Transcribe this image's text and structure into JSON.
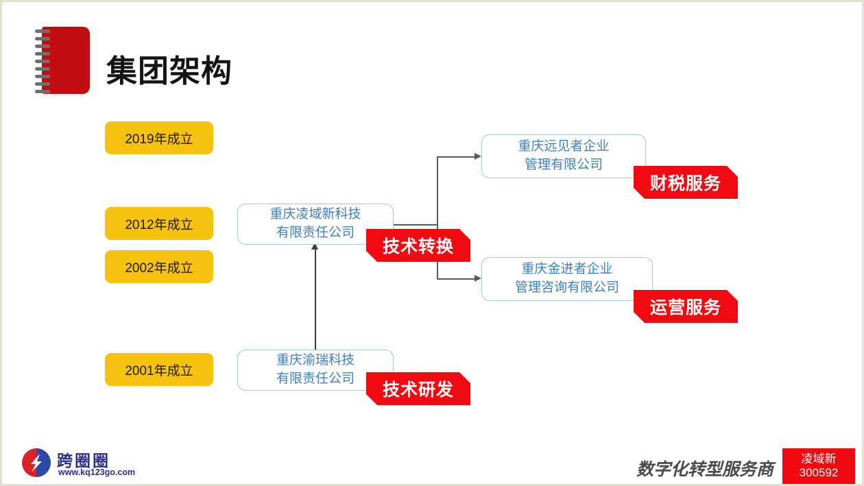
{
  "slide": {
    "title": "集团架构",
    "title_icon": "notebook-icon",
    "accent_red": "#f20a12",
    "accent_yellow": "#f7c10f",
    "accent_blue": "#3f7fc1",
    "border_color": "#e2e0ce"
  },
  "years": [
    {
      "label": "2019年成立"
    },
    {
      "label": "2012年成立"
    },
    {
      "label": "2002年成立"
    },
    {
      "label": "2001年成立"
    }
  ],
  "companies": [
    {
      "id": "lingyuxin",
      "line1": "重庆凌域新科技",
      "line2": "有限责任公司"
    },
    {
      "id": "yuanjianzhe",
      "line1": "重庆远见者企业",
      "line2": "管理有限公司"
    },
    {
      "id": "jinjinzhe",
      "line1": "重庆金进者企业",
      "line2": "管理咨询有限公司"
    },
    {
      "id": "yurui",
      "line1": "重庆渝瑞科技",
      "line2": "有限责任公司"
    }
  ],
  "banners": [
    {
      "id": "caishui",
      "label": "财税服务"
    },
    {
      "id": "jishuzhuanhuan",
      "label": "技术转换"
    },
    {
      "id": "yunying",
      "label": "运营服务"
    },
    {
      "id": "jishuyanfa",
      "label": "技术研发"
    }
  ],
  "footer": {
    "logo_cn": "跨圈圈",
    "logo_url": "www.kq123go.com",
    "slogan": "数字化转型服务商",
    "stock_name": "凌域新",
    "stock_code": "300592"
  }
}
